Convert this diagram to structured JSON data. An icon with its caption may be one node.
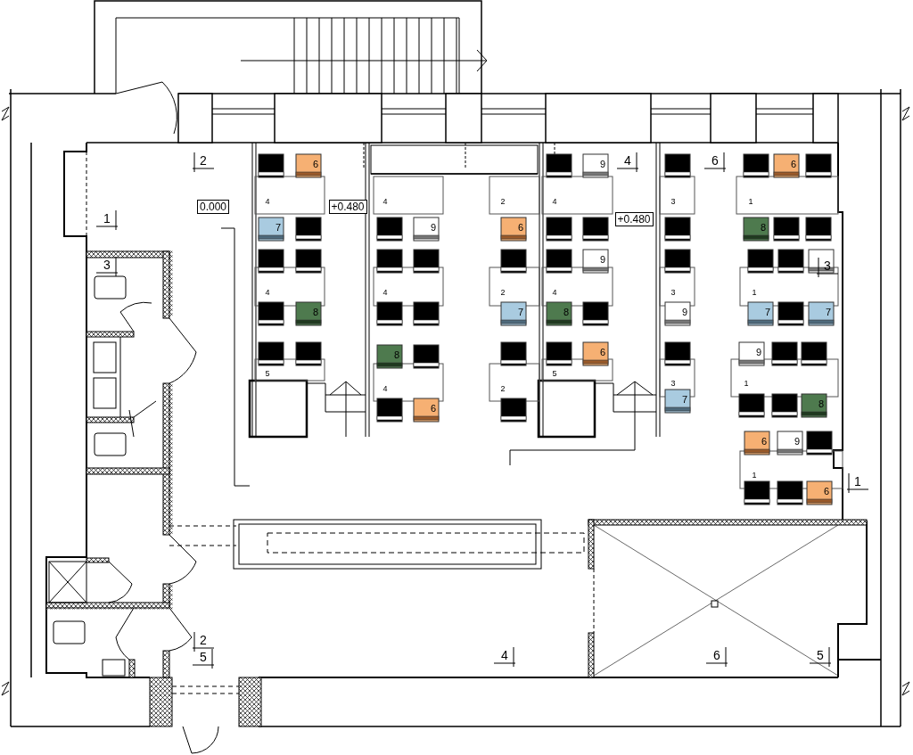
{
  "diagram": {
    "labels": [
      "2",
      "6",
      "9",
      "4",
      "6",
      "6",
      "1",
      "0.000",
      "4",
      "+0.480",
      "4",
      "2",
      "4",
      "+0.480",
      "3",
      "1",
      "7",
      "9",
      "6",
      "8",
      "3",
      "9",
      "3",
      "4",
      "4",
      "2",
      "4",
      "3",
      "1",
      "8",
      "7",
      "8",
      "9",
      "7",
      "7",
      "8",
      "6",
      "9",
      "5",
      "4",
      "2",
      "5",
      "3",
      "1",
      "6",
      "7",
      "8",
      "6",
      "9",
      "1",
      "1",
      "6",
      "2",
      "5",
      "4",
      "6",
      "5"
    ]
  }
}
